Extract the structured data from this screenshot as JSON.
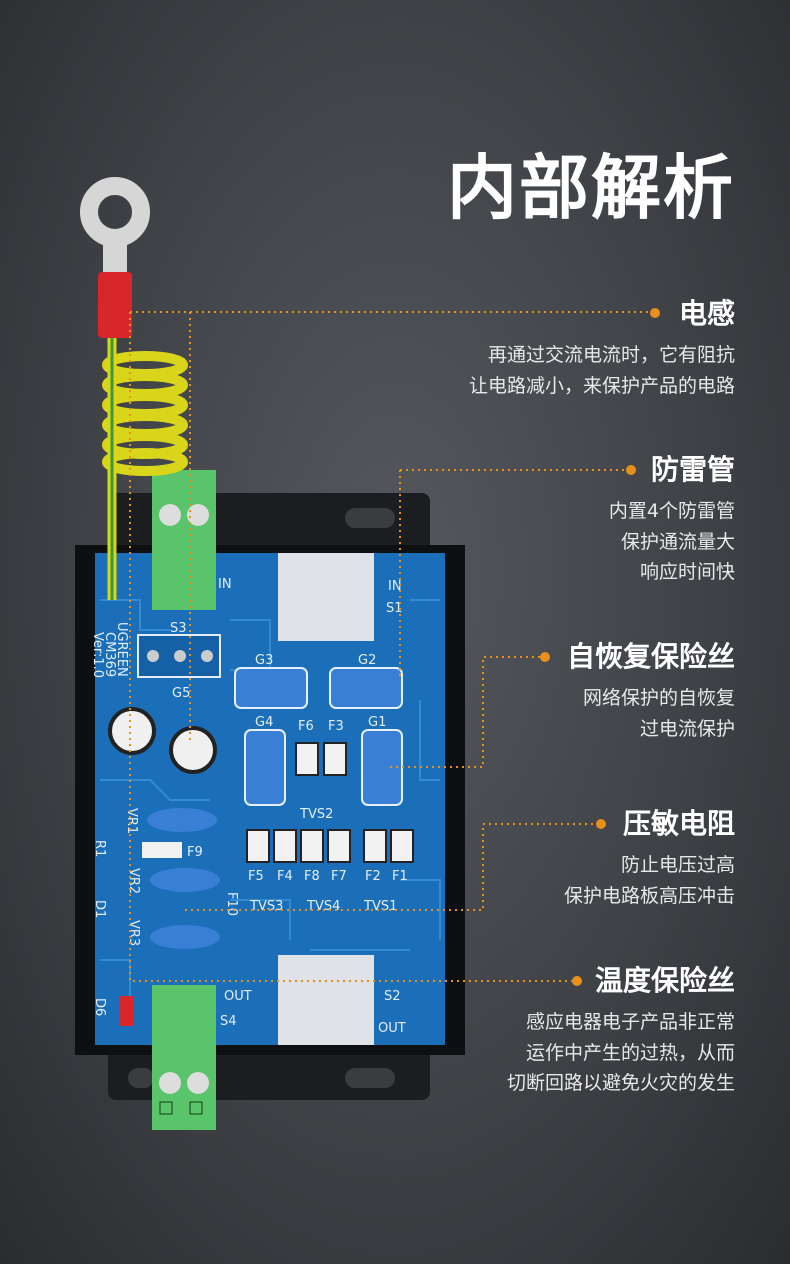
{
  "title": "内部解析",
  "callouts": [
    {
      "heading": "电感",
      "lines": [
        "再通过交流电流时，它有阻抗",
        "让电路减小，来保护产品的电路"
      ]
    },
    {
      "heading": "防雷管",
      "lines": [
        "内置4个防雷管",
        "保护通流量大",
        "响应时间快"
      ]
    },
    {
      "heading": "自恢复保险丝",
      "lines": [
        "网络保护的自恢复",
        "过电流保护"
      ]
    },
    {
      "heading": "压敏电阻",
      "lines": [
        "防止电压过高",
        "保护电路板高压冲击"
      ]
    },
    {
      "heading": "温度保险丝",
      "lines": [
        "感应电器电子产品非正常",
        "运作中产生的过热，从而",
        "切断回路以避免火灾的发生"
      ]
    }
  ],
  "pcb_labels": {
    "brand": "UGREEN",
    "model": "CM369",
    "version": "Ver:1.0",
    "in": "IN",
    "s1": "S1",
    "s3": "S3",
    "g5": "G5",
    "g3": "G3",
    "g2": "G2",
    "g4": "G4",
    "f6": "F6",
    "f3": "F3",
    "g1": "G1",
    "vr1": "VR1",
    "tvs2": "TVS2",
    "r1": "R1",
    "f9": "F9",
    "vr2": "VR2",
    "f5": "F5",
    "f4": "F4",
    "f8": "F8",
    "f7": "F7",
    "f2": "F2",
    "f1": "F1",
    "f10": "F10",
    "tvs3": "TVS3",
    "tvs4": "TVS4",
    "tvs1": "TVS1",
    "d1": "D1",
    "vr3": "VR3",
    "out": "OUT",
    "s2": "S2",
    "s4": "S4",
    "d6": "D6",
    "out2": "OUT"
  },
  "colors": {
    "accent": "#e8901a",
    "pcb": "#1a6fb8"
  }
}
